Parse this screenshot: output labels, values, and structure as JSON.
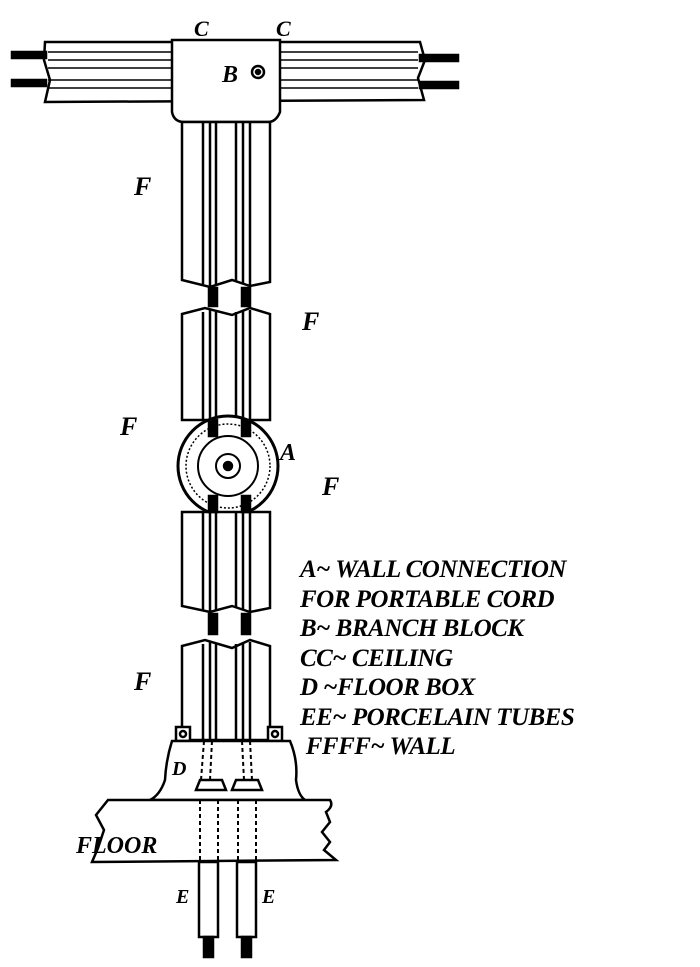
{
  "labels": {
    "c_left": "C",
    "c_right": "C",
    "b": "B",
    "a": "A",
    "d": "D",
    "e_left": "E",
    "e_right": "E",
    "floor": "FLOOR",
    "f": [
      "F",
      "F",
      "F",
      "F",
      "F"
    ]
  },
  "legend": [
    "A~ WALL CONNECTION",
    "FOR PORTABLE CORD",
    "B~ BRANCH BLOCK",
    "CC~ CEILING",
    "D ~FLOOR BOX",
    "EE~ PORCELAIN TUBES",
    " FFFF~ WALL"
  ]
}
